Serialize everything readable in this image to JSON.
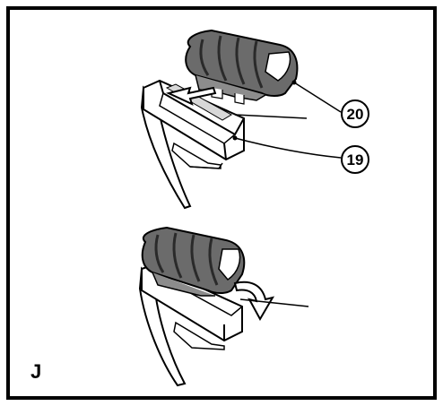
{
  "panel_label": "J",
  "callouts": [
    {
      "number": "20"
    },
    {
      "number": "19"
    }
  ],
  "colors": {
    "frame": "#000000",
    "ink": "#1a1a1a",
    "cover_fill": "#6b6b6b",
    "cover_dark": "#3a3a3a",
    "cover_light": "#8c8c8c",
    "body_fill": "#ffffff"
  }
}
